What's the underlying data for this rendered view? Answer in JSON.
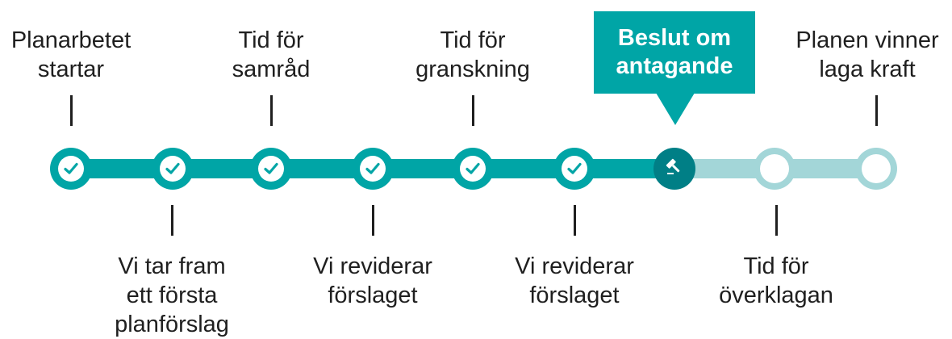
{
  "colors": {
    "done": "#00a5a6",
    "current": "#007f86",
    "upcoming": "#a3d6d8",
    "text": "#1f1f1f",
    "highlight_text": "#ffffff"
  },
  "timeline": {
    "current_step": "Beslut om antagande",
    "steps": [
      {
        "label": "Planarbetet\nstartar",
        "status": "done",
        "icon": "check-icon"
      },
      {
        "label": "Vi tar fram\nett första\nplanförslag",
        "status": "done",
        "icon": "check-icon"
      },
      {
        "label": "Tid för\nsamråd",
        "status": "done",
        "icon": "check-icon"
      },
      {
        "label": "Vi reviderar\nförslaget",
        "status": "done",
        "icon": "check-icon"
      },
      {
        "label": "Tid för\ngranskning",
        "status": "done",
        "icon": "check-icon"
      },
      {
        "label": "Vi reviderar\nförslaget",
        "status": "done",
        "icon": "check-icon"
      },
      {
        "label": "Beslut om\nantagande",
        "status": "current",
        "icon": "gavel-icon"
      },
      {
        "label": "Tid för\növerklagan",
        "status": "upcoming",
        "icon": "empty-circle-icon"
      },
      {
        "label": "Planen vinner\nlaga kraft",
        "status": "upcoming",
        "icon": "empty-circle-icon"
      }
    ]
  }
}
